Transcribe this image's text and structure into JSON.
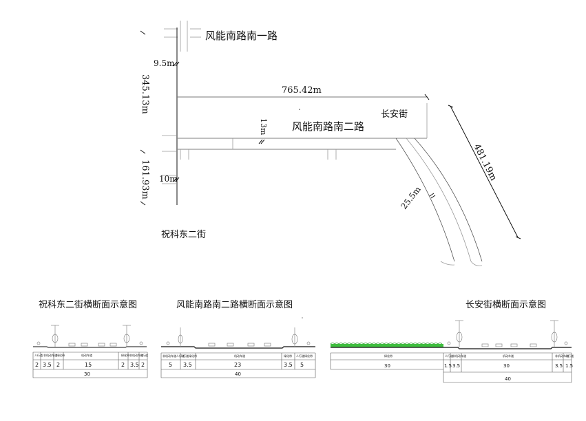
{
  "plan": {
    "road_north": "风能南路南一路",
    "road_middle": "风能南路南二路",
    "road_east": "长安街",
    "road_west": "祝科东二街",
    "dim_top_width": "9.5m",
    "dim_west_upper": "345.13m",
    "dim_west_lower": "161.93m",
    "dim_bottom_width": "10m",
    "dim_middle_length": "765.42m",
    "dim_middle_width": "13m",
    "dim_east_width": "25.5m",
    "dim_east_length": "481.19m"
  },
  "sections": [
    {
      "title": "祝科东二街横断面示意图",
      "zones": [
        "人行道",
        "非机动车道",
        "绿化带",
        "机动车道",
        "绿化带",
        "非机动车道",
        "人行道"
      ],
      "values": [
        "2",
        "3.5",
        "2",
        "15",
        "2",
        "3.5",
        "2"
      ],
      "total": "30"
    },
    {
      "title": "风能南路南二路横断面示意图",
      "zones": [
        "非机动车道人行道",
        "人行道绿化带",
        "机动车道",
        "绿化带",
        "人行道绿化带"
      ],
      "values": [
        "5",
        "3.5",
        "23",
        "3.5",
        "5"
      ],
      "total": "40"
    },
    {
      "title": "长安街横断面示意图",
      "zones": [
        "绿化带",
        "人行道",
        "非机动车道",
        "机动车道",
        "非机动车道",
        "人行道"
      ],
      "values": [
        "30",
        "1.5",
        "3.5",
        "30",
        "3.5",
        "1.5"
      ],
      "total_left": "30",
      "total": "40"
    }
  ],
  "colors": {
    "line": "#111111",
    "road_edge": "#8a8a8a",
    "green_belt": "#3fbf3f"
  }
}
